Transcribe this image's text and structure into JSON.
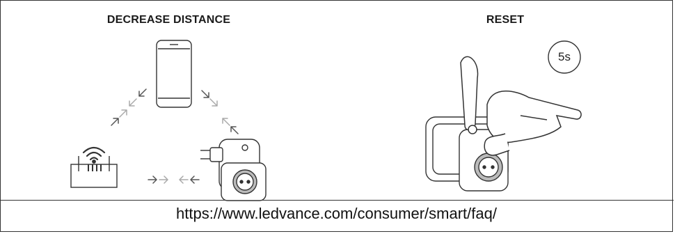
{
  "panels": {
    "left": {
      "title": "DECREASE DISTANCE"
    },
    "right": {
      "title": "RESET",
      "timer": "5s"
    }
  },
  "footer": {
    "url": "https://www.ledvance.com/consumer/smart/faq/"
  },
  "icons": [
    "smartphone-icon",
    "router-icon",
    "smart-plug-icon",
    "hand-press-icon",
    "arrow-icon"
  ]
}
